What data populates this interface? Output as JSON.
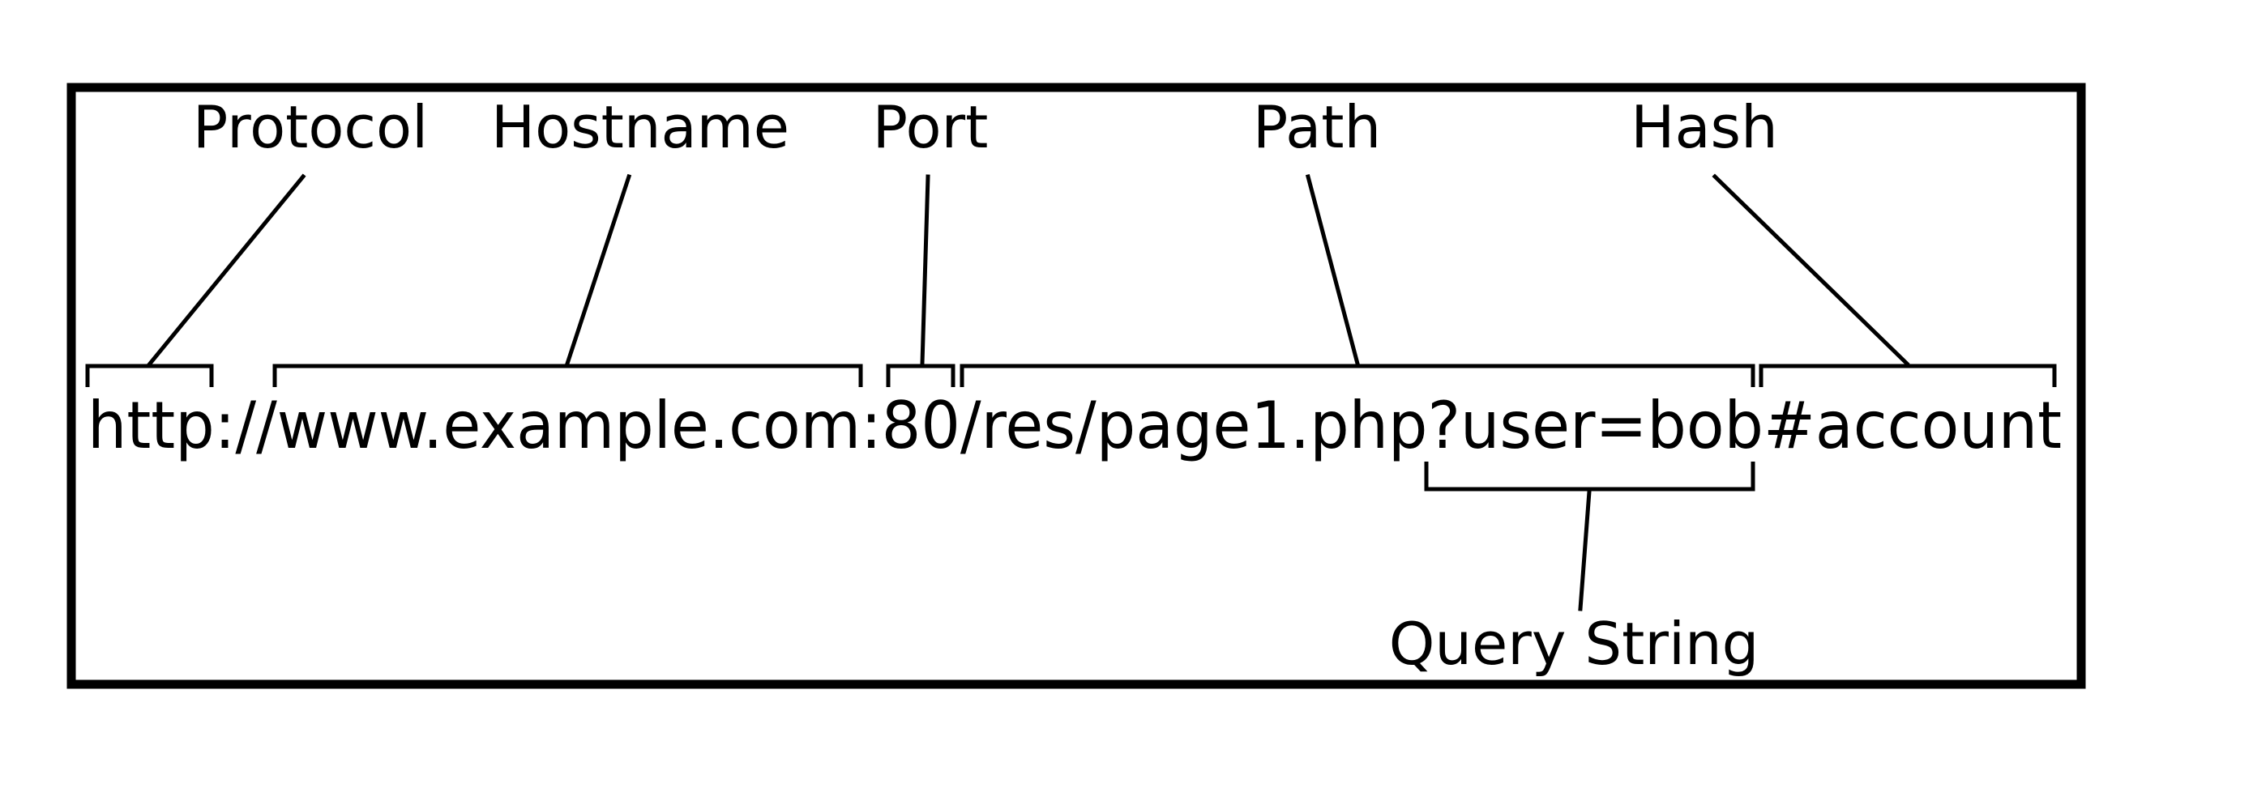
{
  "labels": {
    "protocol": "Protocol",
    "hostname": "Hostname",
    "port": "Port",
    "path": "Path",
    "hash": "Hash",
    "query": "Query String"
  },
  "url": {
    "protocol": "http://",
    "hostname": "www.example.com",
    "port_sep": ":",
    "port": "80",
    "path": "/res/page1.php",
    "query": "?user=bob",
    "hash": "#account"
  }
}
